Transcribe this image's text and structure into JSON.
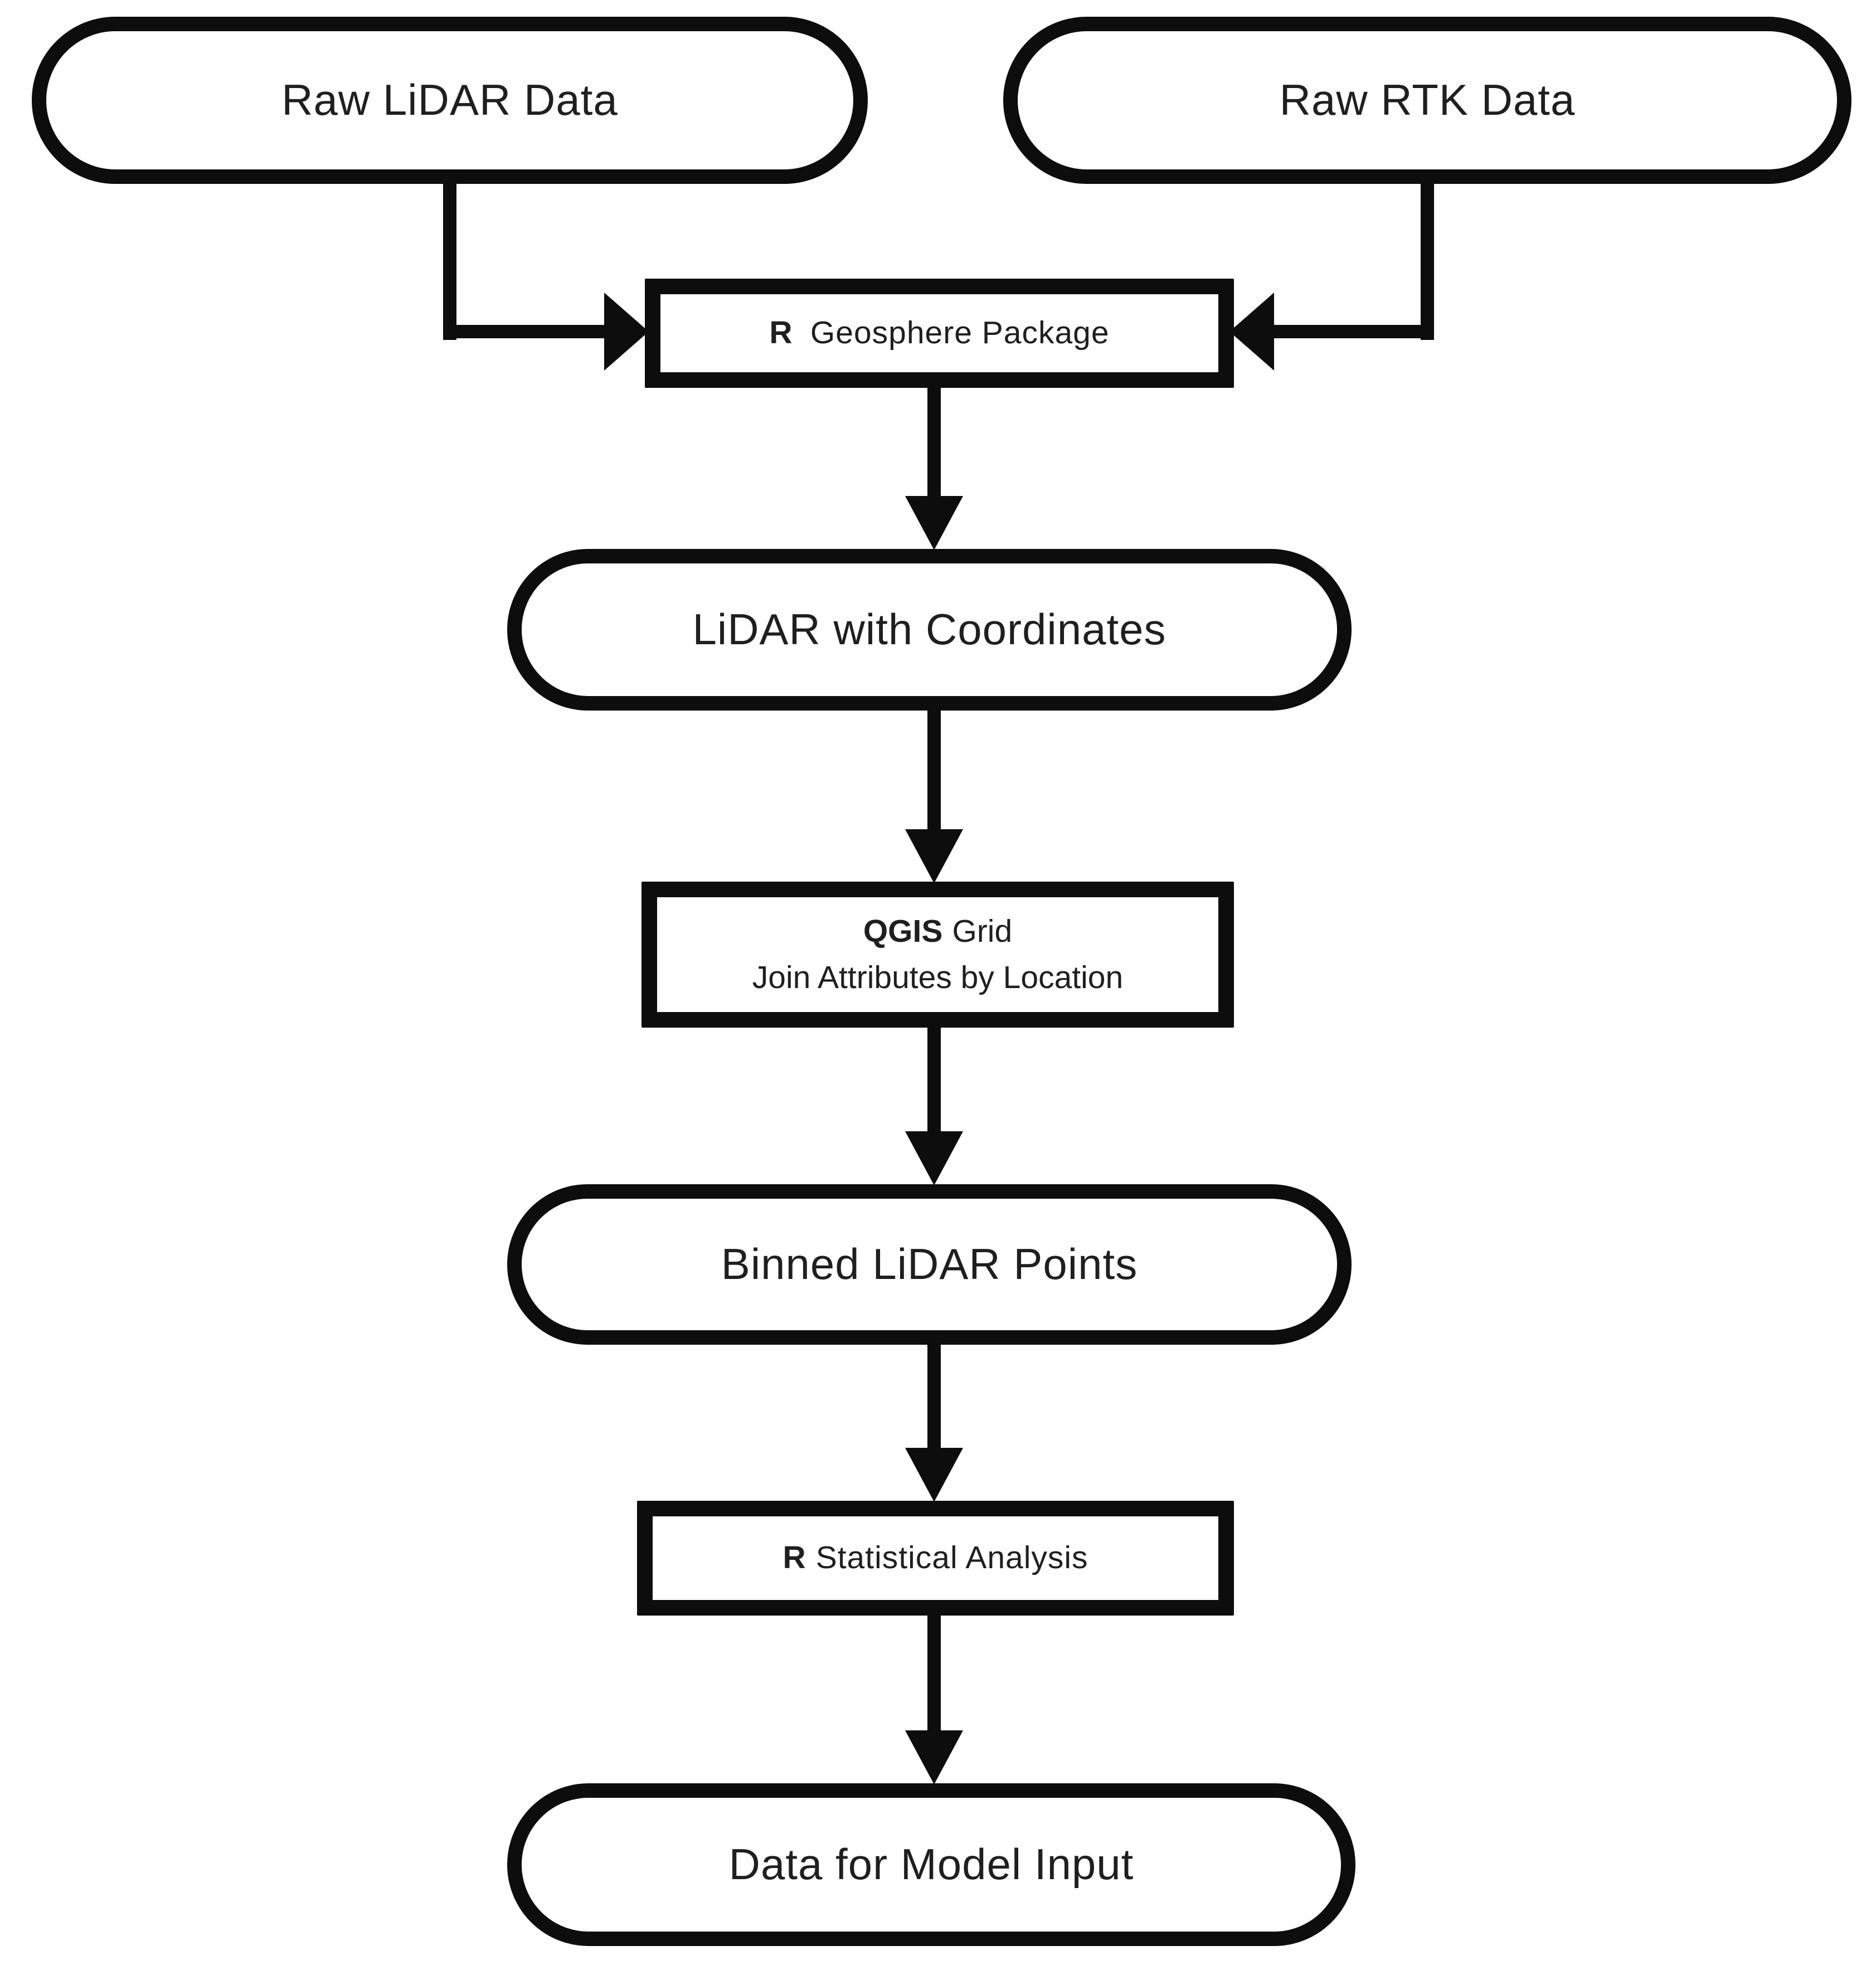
{
  "colors": {
    "ink": "#0d0d0d",
    "text": "#1f1f1f",
    "background": "#ffffff"
  },
  "diagram": {
    "type": "flowchart",
    "direction": "top-down",
    "nodes": {
      "raw_lidar": {
        "label": "Raw LiDAR Data",
        "shape": "stadium"
      },
      "raw_rtk": {
        "label": "Raw RTK Data",
        "shape": "stadium"
      },
      "geosphere": {
        "prefix": "R",
        "rest": "Geosphere Package",
        "shape": "rectangle"
      },
      "lidar_coords": {
        "label": "LiDAR with Coordinates",
        "shape": "stadium"
      },
      "qgis": {
        "line1_prefix": "QGIS",
        "line1_rest": "Grid",
        "line2": "Join Attributes by Location",
        "shape": "rectangle"
      },
      "binned": {
        "label": "Binned LiDAR Points",
        "shape": "stadium"
      },
      "r_stat": {
        "prefix": "R",
        "rest": "Statistical Analysis",
        "shape": "rectangle"
      },
      "model_input": {
        "label": "Data for Model Input",
        "shape": "stadium"
      }
    },
    "edges": [
      {
        "from": "raw_lidar",
        "to": "geosphere",
        "style": "elbow-right"
      },
      {
        "from": "raw_rtk",
        "to": "geosphere",
        "style": "elbow-left"
      },
      {
        "from": "geosphere",
        "to": "lidar_coords",
        "style": "straight-down"
      },
      {
        "from": "lidar_coords",
        "to": "qgis",
        "style": "straight-down"
      },
      {
        "from": "qgis",
        "to": "binned",
        "style": "straight-down"
      },
      {
        "from": "binned",
        "to": "r_stat",
        "style": "straight-down"
      },
      {
        "from": "r_stat",
        "to": "model_input",
        "style": "straight-down"
      }
    ]
  }
}
